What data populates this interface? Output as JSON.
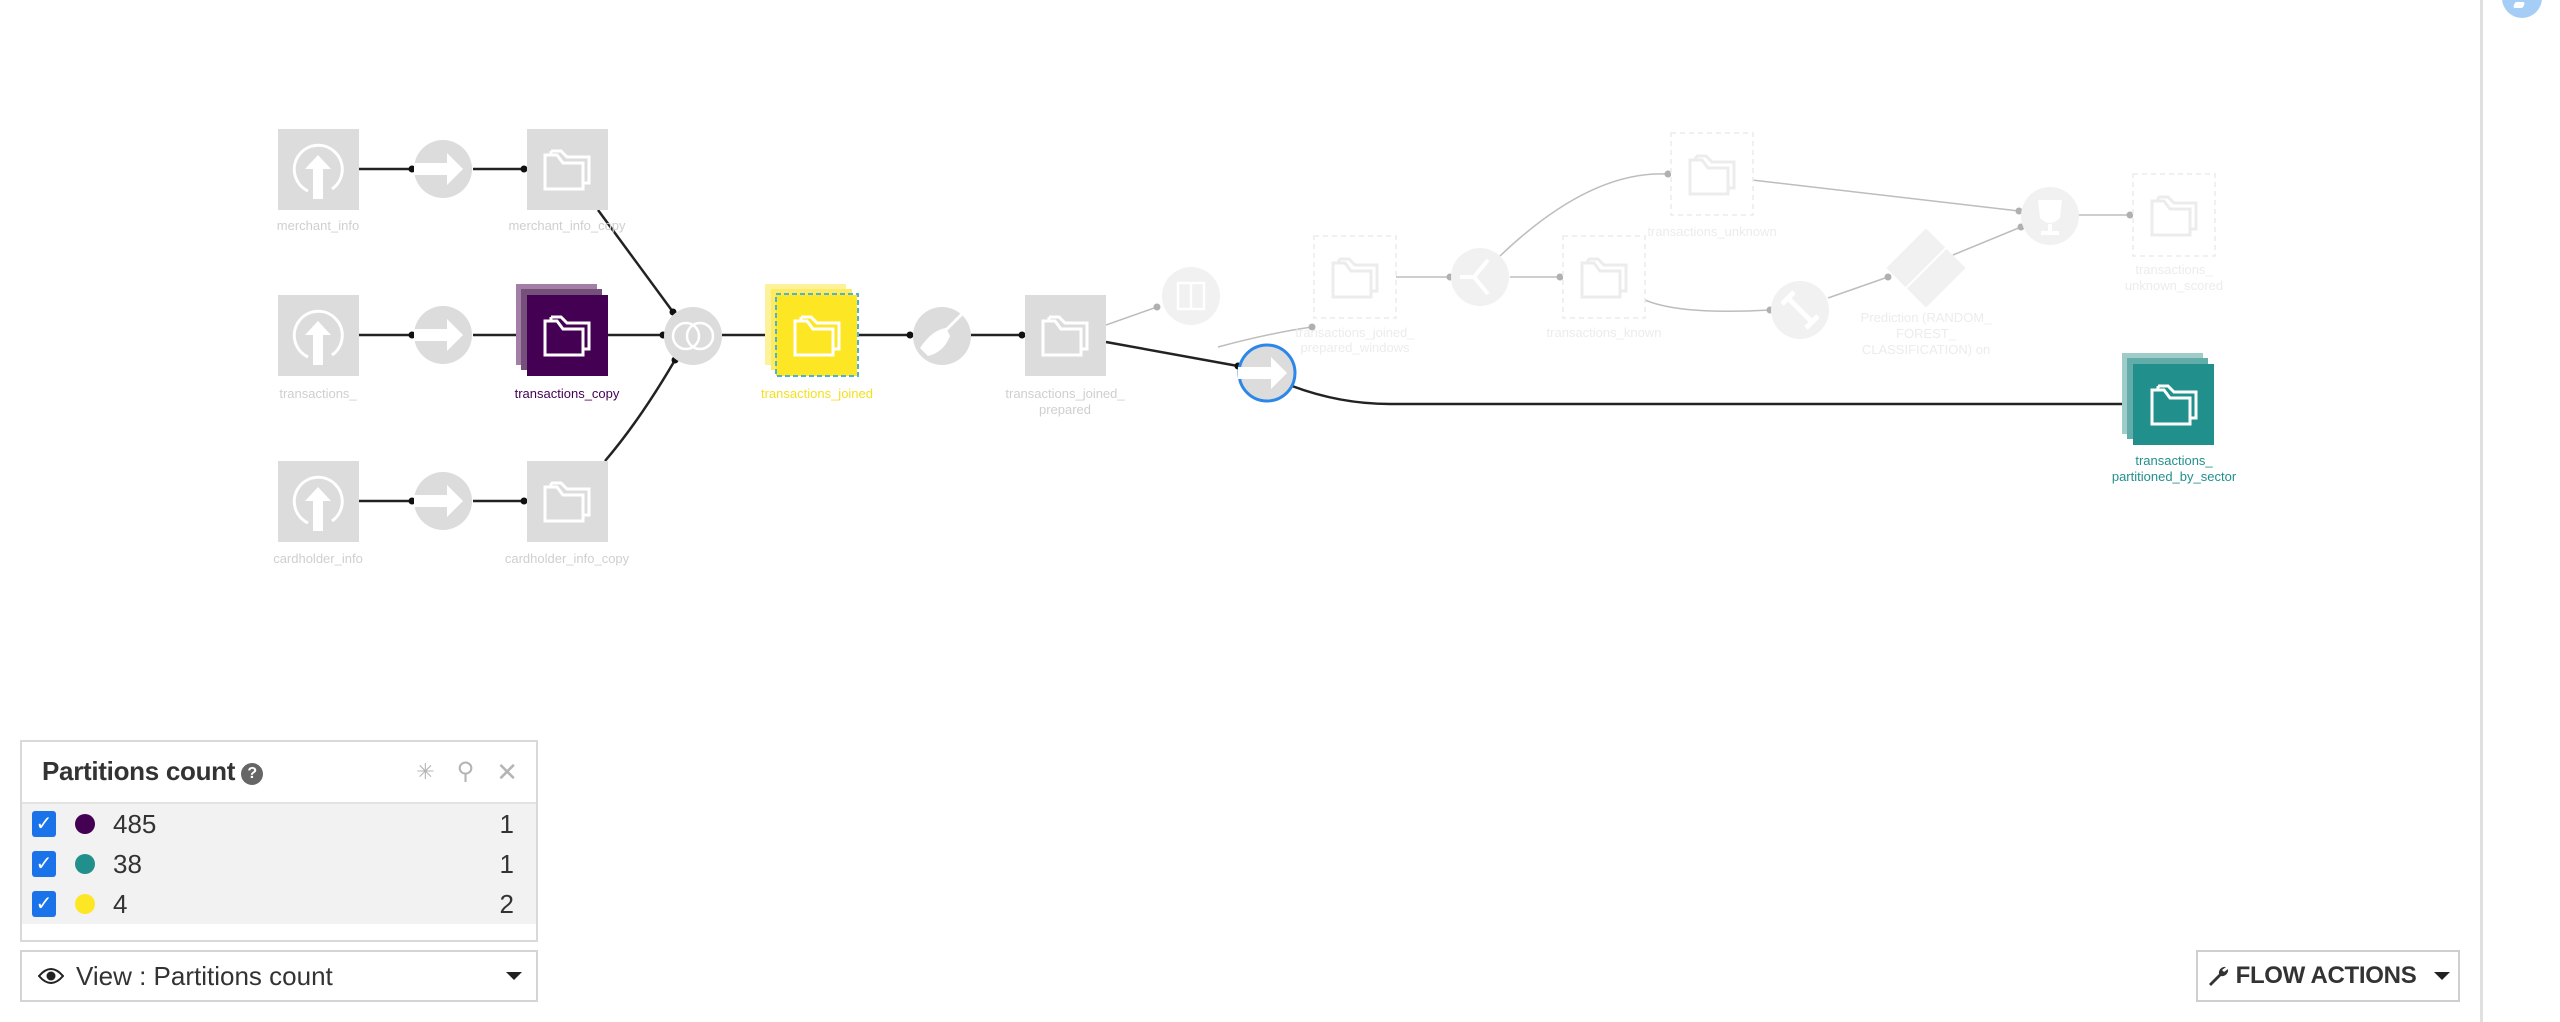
{
  "flow": {
    "nodes": {
      "merchant_info": {
        "label": "merchant_info",
        "type": "upload-dataset"
      },
      "transactions_src": {
        "label": "transactions_",
        "type": "upload-dataset"
      },
      "cardholder_info": {
        "label": "cardholder_info",
        "type": "upload-dataset"
      },
      "merchant_info_copy": {
        "label": "merchant_info_copy",
        "type": "dataset"
      },
      "transactions_copy": {
        "label": "transactions_copy",
        "type": "dataset",
        "color": "#440154"
      },
      "cardholder_info_copy": {
        "label": "cardholder_info_copy",
        "type": "dataset"
      },
      "transactions_joined": {
        "label": "transactions_joined",
        "type": "dataset",
        "color": "#fde725"
      },
      "transactions_joined_prepared": {
        "label_line1": "transactions_joined_",
        "label_line2": "prepared",
        "type": "dataset"
      },
      "transactions_joined_prepared_windows": {
        "label_line1": "transactions_joined_",
        "label_line2": "prepared_windows",
        "type": "dataset"
      },
      "transactions_known": {
        "label": "transactions_known",
        "type": "dataset"
      },
      "transactions_unknown": {
        "label": "transactions_unknown",
        "type": "dataset"
      },
      "model": {
        "label_line1": "Prediction (RANDOM_",
        "label_line2": "FOREST_",
        "label_line3": "CLASSIFICATION) on",
        "type": "model"
      },
      "transactions_unknown_scored": {
        "label_line1": "transactions_",
        "label_line2": "unknown_scored",
        "type": "dataset"
      },
      "transactions_partitioned_by_sector": {
        "label_line1": "transactions_",
        "label_line2": "partitioned_by_sector",
        "type": "dataset",
        "color": "#21908d"
      }
    },
    "recipes": {
      "sync_1": {
        "icon": "arrow-right-icon"
      },
      "sync_2": {
        "icon": "arrow-right-icon"
      },
      "sync_3": {
        "icon": "arrow-right-icon"
      },
      "join": {
        "icon": "join-icon"
      },
      "prepare": {
        "icon": "broom-icon"
      },
      "window": {
        "icon": "window-icon"
      },
      "split": {
        "icon": "split-icon"
      },
      "train": {
        "icon": "dumbbell-icon"
      },
      "score": {
        "icon": "trophy-icon"
      },
      "sync_selected": {
        "icon": "arrow-right-icon",
        "selected": true
      }
    }
  },
  "legend": {
    "title": "Partitions count",
    "help_icon": "?",
    "icons": {
      "select": "✳",
      "search": "⚲",
      "close": "✕"
    },
    "items": [
      {
        "value": "485",
        "count": "1",
        "color": "#440154",
        "checked": true
      },
      {
        "value": "38",
        "count": "1",
        "color": "#21908d",
        "checked": true
      },
      {
        "value": "4",
        "count": "2",
        "color": "#fde725",
        "checked": true
      }
    ]
  },
  "view_selector": {
    "label": "View : Partitions count"
  },
  "flow_actions": {
    "label": "FLOW ACTIONS"
  },
  "colors": {
    "accent_blue": "#1a73e8",
    "selected_border": "#2d87e8",
    "inactive_node": "#dcdcdc",
    "faded_node": "#f1f1f1"
  }
}
